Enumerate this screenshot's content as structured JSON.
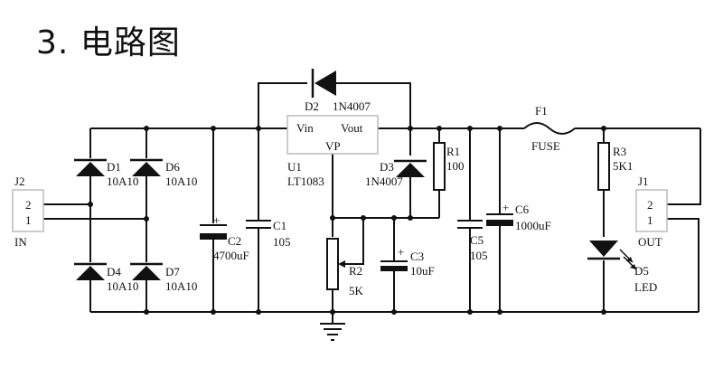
{
  "heading": {
    "number": "3.",
    "title": "电路图"
  },
  "components": {
    "J2": {
      "ref": "J2",
      "pin2": "2",
      "pin1": "1",
      "label": "IN"
    },
    "D1": {
      "ref": "D1",
      "value": "10A10"
    },
    "D6": {
      "ref": "D6",
      "value": "10A10"
    },
    "D4": {
      "ref": "D4",
      "value": "10A10"
    },
    "D7": {
      "ref": "D7",
      "value": "10A10"
    },
    "C2": {
      "ref": "C2",
      "value": "4700uF",
      "plus": "+"
    },
    "C1": {
      "ref": "C1",
      "value": "105"
    },
    "D2": {
      "ref": "D2",
      "value": "1N4007"
    },
    "U1": {
      "ref": "U1",
      "value": "LT1083",
      "vin": "Vin",
      "vout": "Vout",
      "vp": "VP"
    },
    "D3": {
      "ref": "D3",
      "value": "1N4007"
    },
    "R2": {
      "ref": "R2",
      "value": "5K"
    },
    "C3": {
      "ref": "C3",
      "value": "10uF",
      "plus": "+"
    },
    "R1": {
      "ref": "R1",
      "value": "100"
    },
    "C5": {
      "ref": "C5",
      "value": "105"
    },
    "C6": {
      "ref": "C6",
      "value": "1000uF",
      "plus": "+"
    },
    "F1": {
      "ref": "F1",
      "value": "FUSE"
    },
    "R3": {
      "ref": "R3",
      "value": "5K1"
    },
    "D5": {
      "ref": "D5",
      "value": "LED"
    },
    "J1": {
      "ref": "J1",
      "pin2": "2",
      "pin1": "1",
      "label": "OUT"
    }
  }
}
